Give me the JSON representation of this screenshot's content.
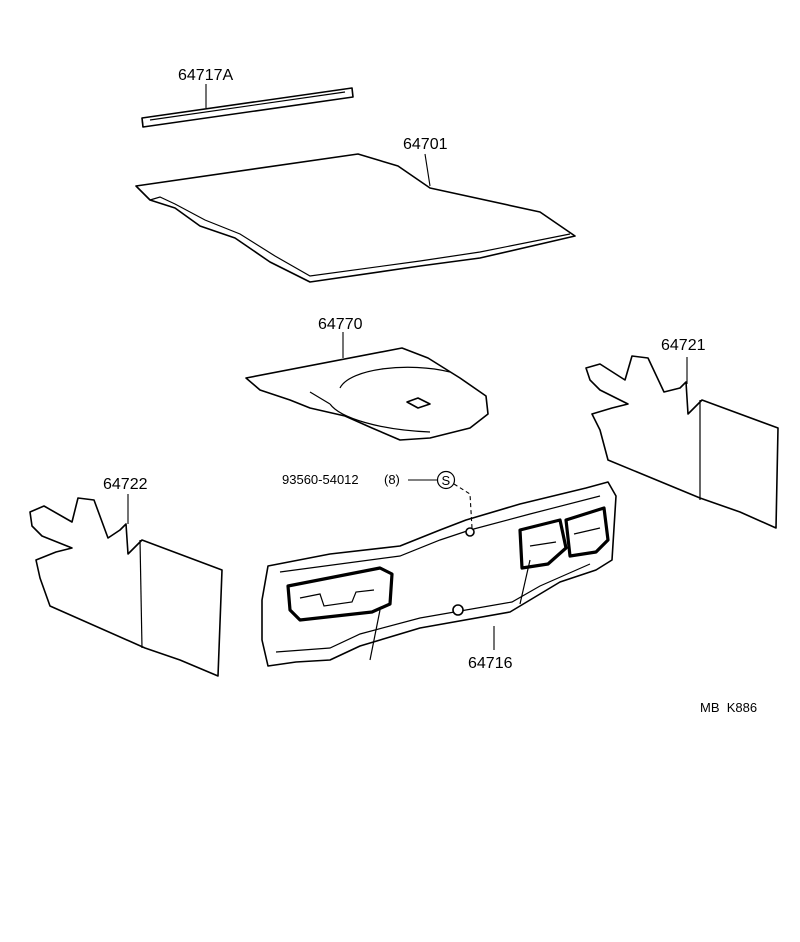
{
  "parts": {
    "p64717A": "64717A",
    "p64701": "64701",
    "p64770": "64770",
    "p64721": "64721",
    "p64722": "64722",
    "p64716": "64716"
  },
  "fastener": {
    "part_number": "93560-54012",
    "quantity": "(8)",
    "symbol": "S"
  },
  "footer_code": "MB  K886"
}
